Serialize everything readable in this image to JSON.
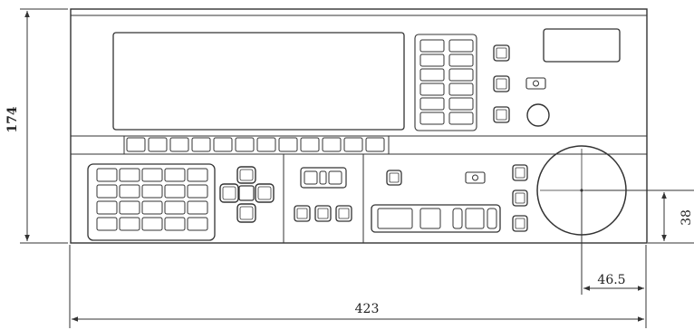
{
  "dimensions": {
    "height": "174",
    "width": "423",
    "wheel_height": "38",
    "wheel_offset": "46.5"
  },
  "colors": {
    "ink": "#333333",
    "paper": "#ffffff"
  }
}
